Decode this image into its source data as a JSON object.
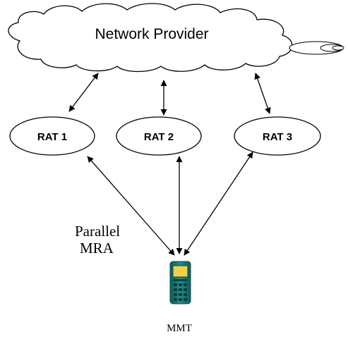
{
  "cloud": {
    "label": "Network Provider"
  },
  "rats": [
    {
      "label": "RAT 1"
    },
    {
      "label": "RAT 2"
    },
    {
      "label": "RAT 3"
    }
  ],
  "annotation": {
    "line1": "Parallel",
    "line2": "MRA"
  },
  "device": {
    "label": "MMT",
    "icon": "mobile-phone-icon",
    "body_color": "#1a7a7a",
    "screen_color": "#f2cf4a"
  },
  "colors": {
    "stroke": "#000000",
    "fill": "#ffffff"
  }
}
